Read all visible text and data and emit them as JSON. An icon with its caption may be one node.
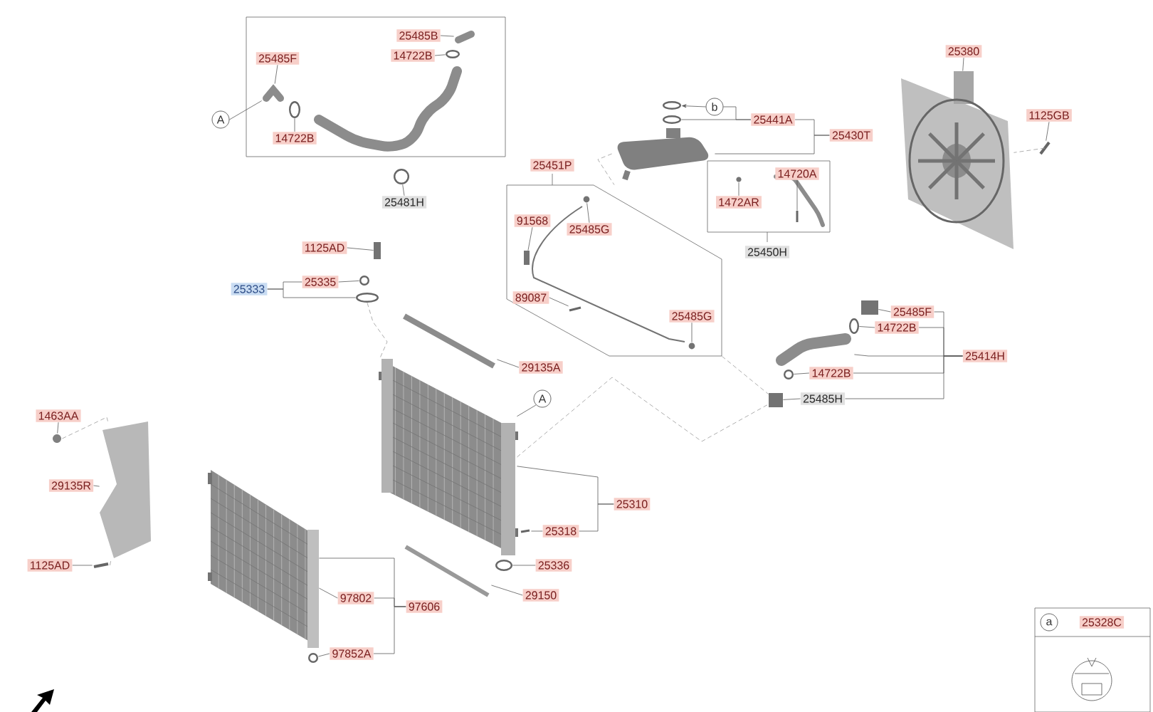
{
  "diagram": {
    "nodes": [
      {
        "text": [],
        "shape": "box"
      },
      {
        "text": [
          "25485F"
        ],
        "in": 0
      },
      {
        "text": [
          "25485B"
        ],
        "in": 0
      },
      {
        "text": [
          "14722B"
        ],
        "in": 0
      },
      {
        "text": [
          "14722B"
        ],
        "in": 0
      },
      {
        "text": [
          "A"
        ]
      },
      {
        "text": [
          "25481H"
        ]
      },
      {
        "text": [
          "25451P"
        ]
      },
      {
        "text": [
          "91568"
        ],
        "in": 7
      },
      {
        "text": [
          "25485G"
        ],
        "in": 7
      },
      {
        "text": [
          "89087"
        ],
        "in": 7
      },
      {
        "text": [
          "25485G"
        ],
        "in": 7
      },
      {
        "text": [
          "b"
        ]
      },
      {
        "text": [
          "25441A"
        ]
      },
      {
        "text": [
          "25430T"
        ]
      },
      {
        "text": [
          "25450H"
        ]
      },
      {
        "text": [
          "14720A"
        ],
        "in": 15
      },
      {
        "text": [
          "1472AR"
        ],
        "in": 15
      },
      {
        "text": [
          "25380"
        ]
      },
      {
        "text": [
          "1125GB"
        ]
      },
      {
        "text": [
          "1125AD"
        ]
      },
      {
        "text": [
          "25335"
        ]
      },
      {
        "text": [
          "25333"
        ]
      },
      {
        "text": [
          "29135A"
        ]
      },
      {
        "text": [
          "25485F"
        ]
      },
      {
        "text": [
          "14722B"
        ]
      },
      {
        "text": [
          "25414H"
        ]
      },
      {
        "text": [
          "14722B"
        ]
      },
      {
        "text": [
          "25485H"
        ]
      },
      {
        "text": [
          "A"
        ]
      },
      {
        "text": [
          "1463AA"
        ]
      },
      {
        "text": [
          "29135R"
        ]
      },
      {
        "text": [
          "1125AD"
        ]
      },
      {
        "text": [
          "25310"
        ]
      },
      {
        "text": [
          "25318"
        ]
      },
      {
        "text": [
          "25336"
        ]
      },
      {
        "text": [
          "29150"
        ]
      },
      {
        "text": [
          "97802"
        ]
      },
      {
        "text": [
          "97606"
        ]
      },
      {
        "text": [
          "97852A"
        ]
      },
      {
        "text": [
          "25328C"
        ]
      },
      {
        "text": [
          "a"
        ],
        "in": 40
      },
      {
        "text": [],
        "shape": "picture",
        "in": 0
      },
      {
        "text": [],
        "shape": "picture",
        "in": 0
      },
      {
        "text": [],
        "shape": "circle",
        "in": 0
      },
      {
        "text": [],
        "shape": "circle",
        "in": 0
      },
      {
        "text": [],
        "shape": "circle"
      },
      {
        "text": [],
        "shape": "box",
        "in": 7
      },
      {
        "text": [],
        "shape": "picture",
        "in": 7
      },
      {
        "text": [],
        "shape": "picture",
        "in": 7
      },
      {
        "text": [],
        "shape": "picture",
        "in": 7
      },
      {
        "text": [],
        "shape": "circle"
      },
      {
        "text": [],
        "shape": "circle"
      },
      {
        "text": [],
        "shape": "picture"
      },
      {
        "text": [],
        "shape": "picture",
        "in": 15
      },
      {
        "text": [],
        "shape": "picture",
        "in": 15
      },
      {
        "text": [],
        "shape": "picture"
      },
      {
        "text": [],
        "shape": "picture"
      },
      {
        "text": [],
        "shape": "box"
      },
      {
        "text": [],
        "shape": "circle"
      },
      {
        "text": [],
        "shape": "circle"
      },
      {
        "text": [],
        "shape": "picture"
      },
      {
        "text": [],
        "shape": "box"
      },
      {
        "text": [],
        "shape": "circle"
      },
      {
        "text": [],
        "shape": "picture"
      },
      {
        "text": [],
        "shape": "circle"
      },
      {
        "text": [],
        "shape": "box"
      },
      {
        "text": [],
        "shape": "picture"
      },
      {
        "text": [],
        "shape": "picture"
      },
      {
        "text": [],
        "shape": "picture"
      },
      {
        "text": [],
        "shape": "picture"
      },
      {
        "text": [],
        "shape": "picture"
      },
      {
        "text": [],
        "shape": "circle"
      },
      {
        "text": [],
        "shape": "picture"
      },
      {
        "text": [],
        "shape": "picture"
      },
      {
        "text": [],
        "shape": "circle"
      }
    ],
    "edges": [
      {
        "from": 1,
        "to": 42,
        "arrow": "none"
      },
      {
        "from": 2,
        "to": 43,
        "arrow": "none"
      },
      {
        "from": 3,
        "to": 44,
        "arrow": "none"
      },
      {
        "from": 4,
        "to": 45,
        "arrow": "none"
      },
      {
        "from": 5,
        "to": 42,
        "arrow": "none"
      },
      {
        "from": 6,
        "to": 46,
        "arrow": "none"
      },
      {
        "from": 8,
        "to": 47,
        "arrow": "none"
      },
      {
        "from": 9,
        "to": 48,
        "arrow": "none"
      },
      {
        "from": 10,
        "to": 49,
        "arrow": "none"
      },
      {
        "from": 11,
        "to": 50,
        "arrow": "none"
      },
      {
        "from": 12,
        "to": 51,
        "arrow": "to"
      },
      {
        "from": 13,
        "to": 12,
        "arrow": "none"
      },
      {
        "from": 13,
        "to": 52,
        "arrow": "none"
      },
      {
        "from": 14,
        "to": 13,
        "arrow": "none"
      },
      {
        "from": 14,
        "to": 53,
        "arrow": "none"
      },
      {
        "from": 16,
        "to": 54,
        "arrow": "none"
      },
      {
        "from": 17,
        "to": 55,
        "arrow": "none"
      },
      {
        "from": 18,
        "to": 56,
        "arrow": "none"
      },
      {
        "from": 19,
        "to": 57,
        "arrow": "none"
      },
      {
        "from": 20,
        "to": 58,
        "arrow": "none"
      },
      {
        "from": 21,
        "to": 59,
        "arrow": "none"
      },
      {
        "from": 22,
        "to": 21,
        "arrow": "none"
      },
      {
        "from": 22,
        "to": 60,
        "arrow": "none"
      },
      {
        "from": 23,
        "to": 61,
        "arrow": "none"
      },
      {
        "from": 24,
        "to": 62,
        "arrow": "none"
      },
      {
        "from": 25,
        "to": 63,
        "arrow": "none"
      },
      {
        "from": 26,
        "to": 24,
        "arrow": "none"
      },
      {
        "from": 26,
        "to": 25,
        "arrow": "none"
      },
      {
        "from": 26,
        "to": 64,
        "arrow": "none"
      },
      {
        "from": 26,
        "to": 27,
        "arrow": "none"
      },
      {
        "from": 26,
        "to": 28,
        "arrow": "none"
      },
      {
        "from": 27,
        "to": 65,
        "arrow": "none"
      },
      {
        "from": 28,
        "to": 66,
        "arrow": "none"
      },
      {
        "from": 29,
        "to": 67,
        "arrow": "none"
      },
      {
        "from": 30,
        "to": 69,
        "arrow": "none"
      },
      {
        "from": 31,
        "to": 68,
        "arrow": "none"
      },
      {
        "from": 32,
        "to": 70,
        "arrow": "none"
      },
      {
        "from": 33,
        "to": 67,
        "arrow": "none"
      },
      {
        "from": 33,
        "to": 34,
        "arrow": "none"
      },
      {
        "from": 34,
        "to": 71,
        "arrow": "none"
      },
      {
        "from": 35,
        "to": 72,
        "arrow": "none"
      },
      {
        "from": 36,
        "to": 73,
        "arrow": "none"
      },
      {
        "from": 37,
        "to": 74,
        "arrow": "none"
      },
      {
        "from": 38,
        "to": 37,
        "arrow": "none"
      },
      {
        "from": 38,
        "to": 39,
        "arrow": "none"
      },
      {
        "from": 38,
        "to": 74,
        "arrow": "none"
      },
      {
        "from": 39,
        "to": 75,
        "arrow": "none"
      },
      {
        "from": 67,
        "to": 66,
        "arrow": "none",
        "style": "dashed"
      },
      {
        "from": 69,
        "to": 68,
        "arrow": "none",
        "style": "dashed"
      },
      {
        "from": 70,
        "to": 68,
        "arrow": "none",
        "style": "dashed"
      },
      {
        "from": 53,
        "to": 7,
        "arrow": "none",
        "style": "dashed"
      },
      {
        "from": 7,
        "to": 66,
        "arrow": "none",
        "style": "dashed"
      },
      {
        "from": 60,
        "to": 67,
        "arrow": "none",
        "style": "dashed"
      },
      {
        "from": 57,
        "to": 56,
        "arrow": "none",
        "style": "dashed"
      }
    ]
  }
}
